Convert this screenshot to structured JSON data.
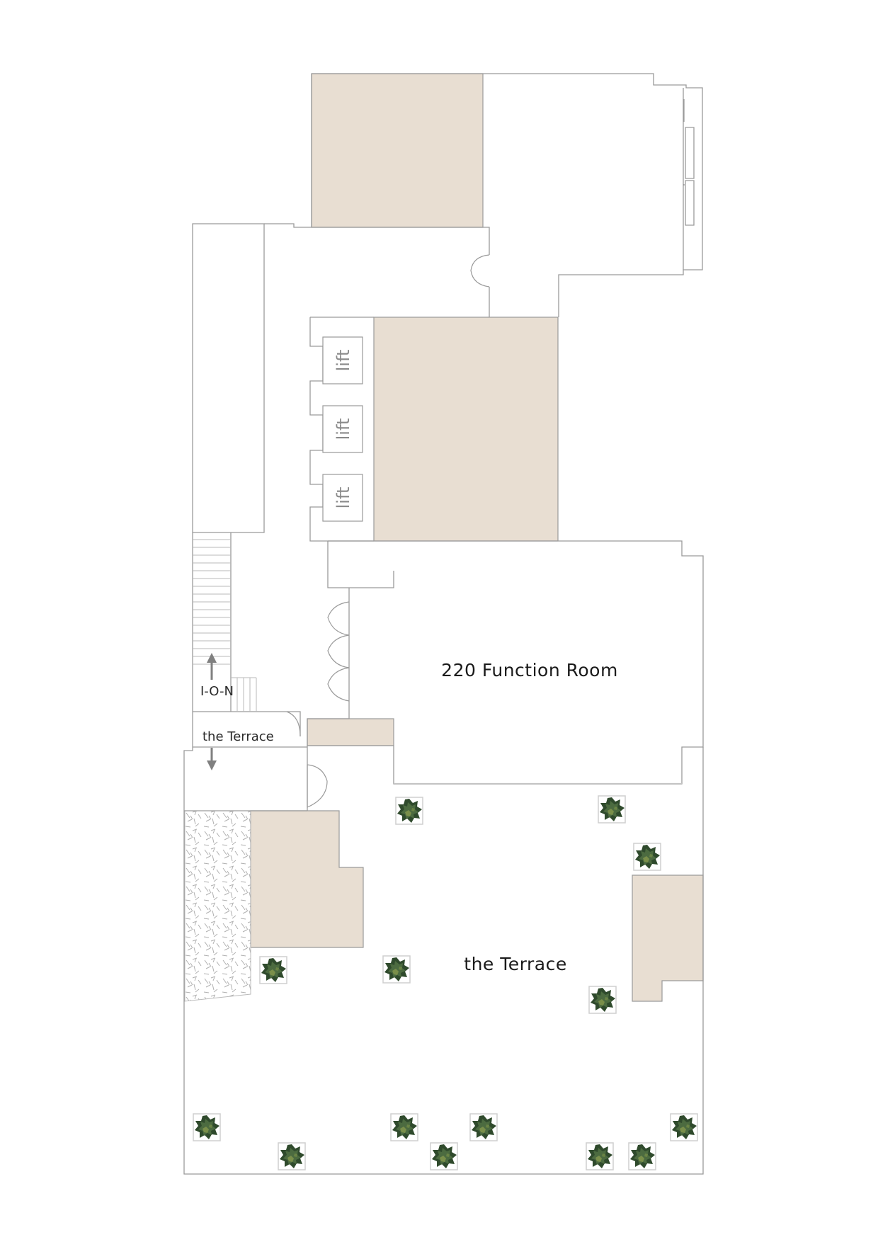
{
  "colors": {
    "wall": "#9a9a9a",
    "fill_room": "#e8ded2",
    "arrow": "#808080",
    "tree_dark": "#2f4a2c",
    "tree_mid": "#4c6b40",
    "tree_light": "#7a8f4a"
  },
  "labels": {
    "function_room": "220 Function Room",
    "terrace": "the Terrace",
    "terrace_link": "the Terrace",
    "ion_link": "I-O-N",
    "lift_1": "lift",
    "lift_2": "lift",
    "lift_3": "lift"
  },
  "icons": {
    "tree": "tree-icon",
    "arrow_up": "arrow-up-icon",
    "arrow_down": "arrow-down-icon",
    "door": "door-swing-icon",
    "stairs": "stairs-icon"
  }
}
